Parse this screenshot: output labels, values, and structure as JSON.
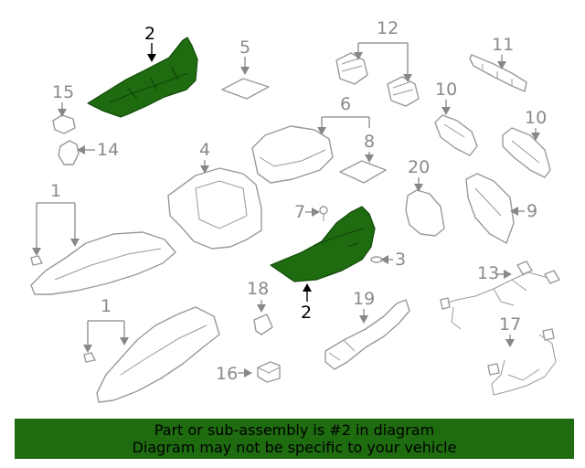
{
  "callouts": {
    "c1a": "1",
    "c1b": "1",
    "c2a": "2",
    "c2b": "2",
    "c3": "3",
    "c4": "4",
    "c5": "5",
    "c6": "6",
    "c7": "7",
    "c8": "8",
    "c9": "9",
    "c10a": "10",
    "c10b": "10",
    "c11": "11",
    "c12": "12",
    "c13": "13",
    "c14": "14",
    "c15": "15",
    "c16": "16",
    "c17": "17",
    "c18": "18",
    "c19": "19",
    "c20": "20"
  },
  "highlight_color": "#1e6b10",
  "banner": {
    "line1": "Part or sub-assembly is #2 in diagram",
    "line2": "Diagram may not be specific to your vehicle"
  }
}
